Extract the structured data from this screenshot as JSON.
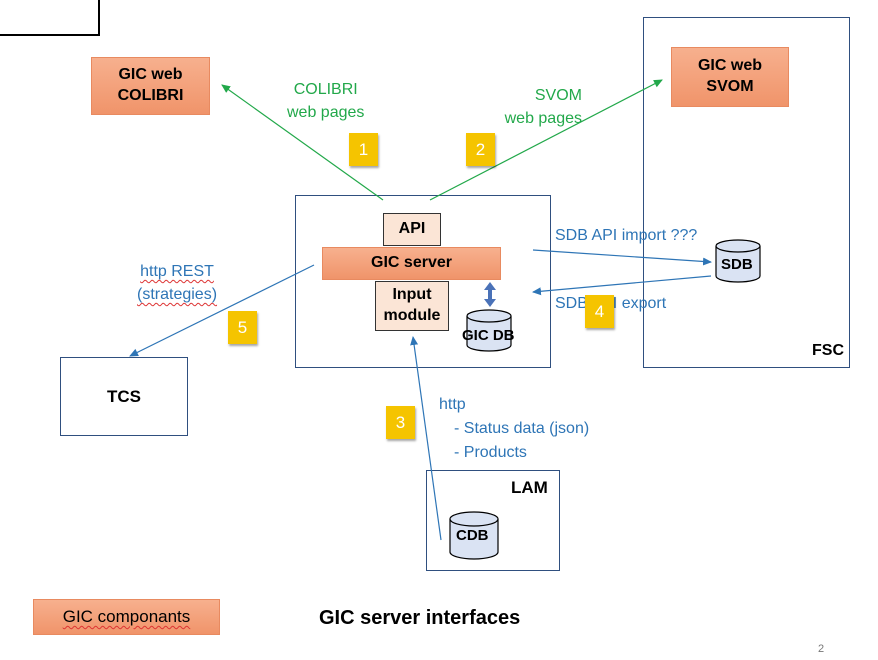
{
  "components": {
    "gic_web_colibri": "GIC web\nCOLIBRI",
    "gic_web_svom": "GIC web\nSVOM",
    "api": "API",
    "gic_server": "GIC server",
    "input_module": "Input\nmodule",
    "gic_db": "GIC DB",
    "sdb": "SDB",
    "fsc": "FSC",
    "tcs": "TCS",
    "lam": "LAM",
    "cdb": "CDB"
  },
  "edges": {
    "colibri_pages": "COLIBRI\nweb pages",
    "svom_pages": "SVOM\nweb pages",
    "sdb_import": "SDB API import ???",
    "sdb_export": "SDB API export",
    "http_rest": "http REST\n(strategies)",
    "http": "http",
    "status_data": "- Status data (json)",
    "products": "- Products"
  },
  "badges": [
    "1",
    "2",
    "3",
    "4",
    "5"
  ],
  "legend": "GIC componants",
  "title": "GIC server interfaces",
  "page_number": "2",
  "colors": {
    "green_arrow": "#22a84a",
    "blue_arrow": "#2e75b6",
    "badge": "#f5c400",
    "component": "#f4a582"
  }
}
